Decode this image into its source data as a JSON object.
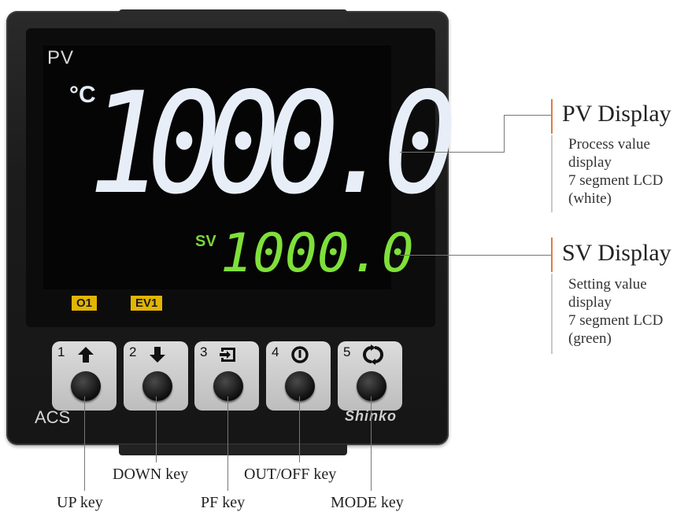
{
  "device": {
    "pv_tag": "PV",
    "unit": "°C",
    "pv_value": "1000.0",
    "sv_tag": "SV",
    "sv_value": "1000.0",
    "indicators": [
      "O1",
      "EV1"
    ],
    "model": "ACS",
    "brand": "Shinko",
    "colors": {
      "pv_digits": "#e8eef8",
      "sv_digits": "#7fe03a",
      "indicator": "#e3b400",
      "accent": "#e07b39"
    }
  },
  "keys": [
    {
      "number": "1",
      "icon": "arrow-up-icon",
      "glyph": "🡅",
      "label": "UP key"
    },
    {
      "number": "2",
      "icon": "arrow-down-icon",
      "glyph": "🡇",
      "label": "DOWN key"
    },
    {
      "number": "3",
      "icon": "pf-enter-icon",
      "glyph": "⇥",
      "label": "PF key"
    },
    {
      "number": "4",
      "icon": "power-icon",
      "glyph": "⏻",
      "label": "OUT/OFF key"
    },
    {
      "number": "5",
      "icon": "cycle-icon",
      "glyph": "⟲",
      "label": "MODE key"
    }
  ],
  "annotations": {
    "pv": {
      "title": "PV Display",
      "lines": [
        "Process value",
        "display",
        "7 segment LCD",
        "(white)"
      ]
    },
    "sv": {
      "title": "SV Display",
      "lines": [
        "Setting value",
        "display",
        "7 segment LCD",
        "(green)"
      ]
    }
  }
}
